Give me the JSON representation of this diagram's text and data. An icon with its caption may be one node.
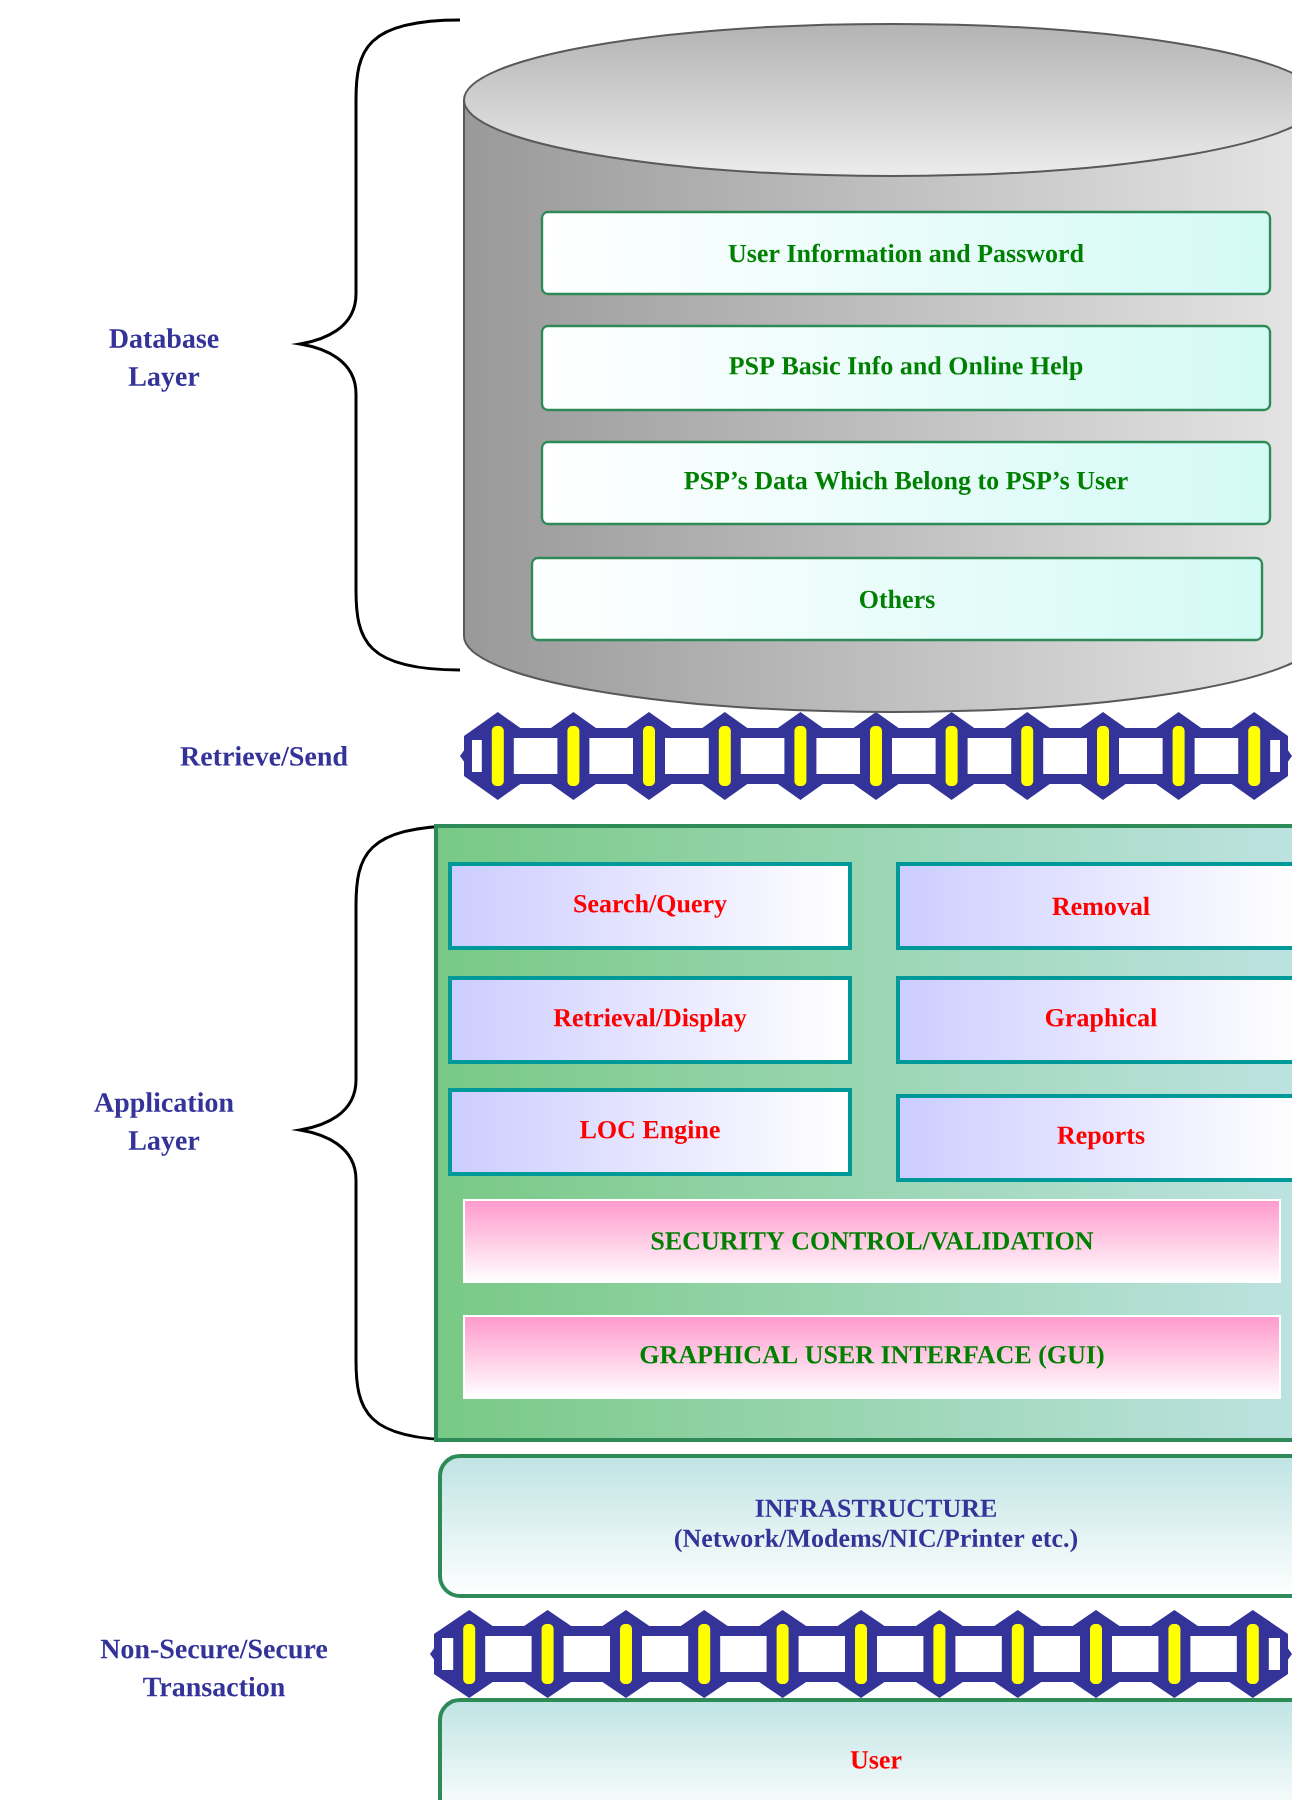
{
  "diagram": {
    "nodes": [
      {
        "text": [],
        "shape": "cylinder"
      },
      {
        "text": [
          "User Information and Password"
        ],
        "in": 0
      },
      {
        "text": [
          "PSP Basic Info and Online Help"
        ],
        "in": 0
      },
      {
        "text": [
          "PSP’s Data Which Belong to PSP’s User"
        ],
        "in": 0
      },
      {
        "text": [
          "Others"
        ],
        "in": 0
      },
      {
        "text": [],
        "shape": "box"
      },
      {
        "text": [
          "Search/Query"
        ],
        "in": 5
      },
      {
        "text": [
          "Removal"
        ],
        "in": 5
      },
      {
        "text": [
          "Retrieval/Display"
        ],
        "in": 5
      },
      {
        "text": [
          "Graphical"
        ],
        "in": 5
      },
      {
        "text": [
          "LOC Engine"
        ],
        "in": 5
      },
      {
        "text": [
          "Reports"
        ],
        "in": 5
      },
      {
        "text": [
          "SECURITY CONTROL/VALIDATION"
        ],
        "in": 5
      },
      {
        "text": [
          "GRAPHICAL USER INTERFACE (GUI)"
        ],
        "in": 5
      },
      {
        "text": [
          "INFRASTRUCTURE",
          "(Network/Modems/NIC/Printer etc.)"
        ]
      },
      {
        "text": [
          "User"
        ]
      }
    ],
    "labels": [
      "Database Layer",
      "Retrieve/Send",
      "Application Layer",
      "Non-Secure/Secure Transaction"
    ]
  }
}
